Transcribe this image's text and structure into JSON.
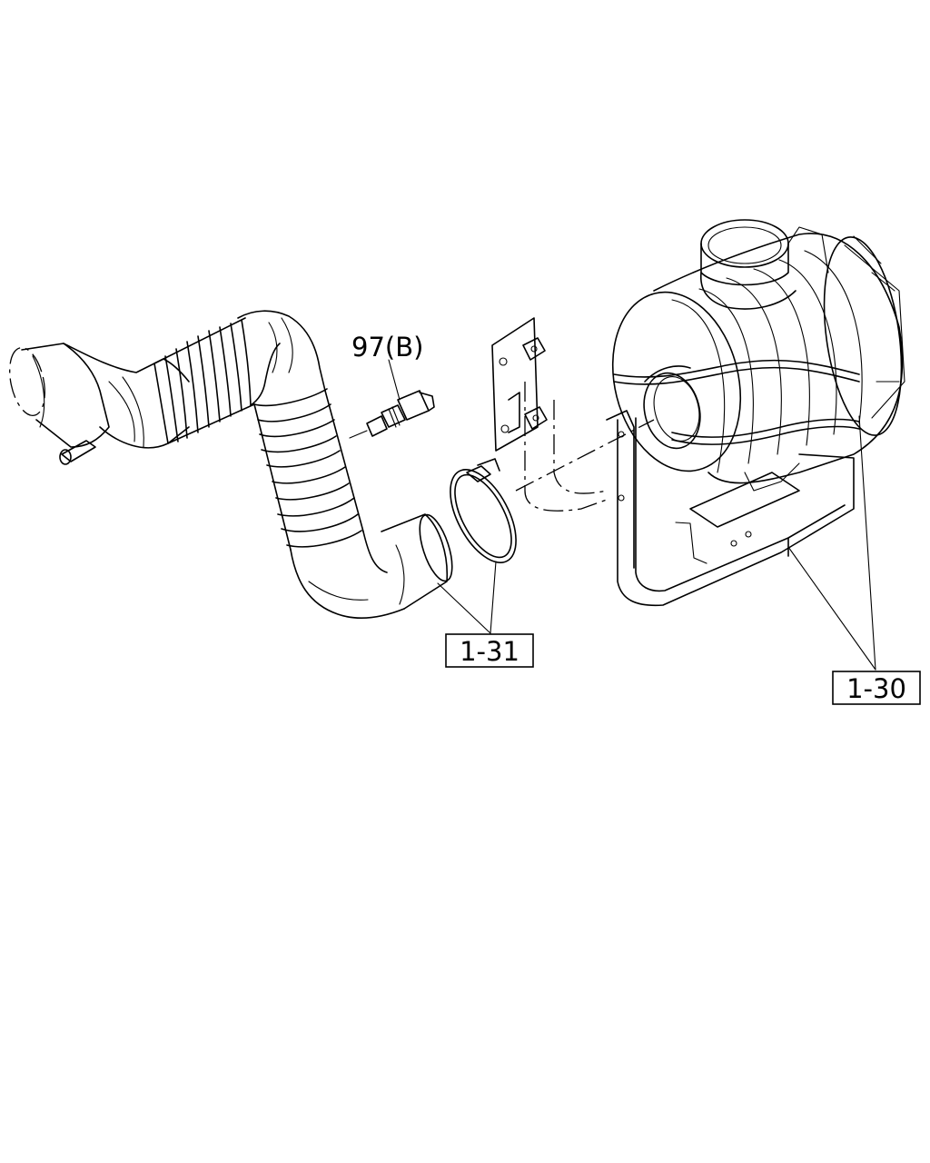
{
  "callouts": {
    "sensor": "97(B)",
    "hose_clamp": "1-31",
    "air_cleaner": "1-30"
  },
  "colors": {
    "line": "#000000",
    "background": "#ffffff"
  }
}
